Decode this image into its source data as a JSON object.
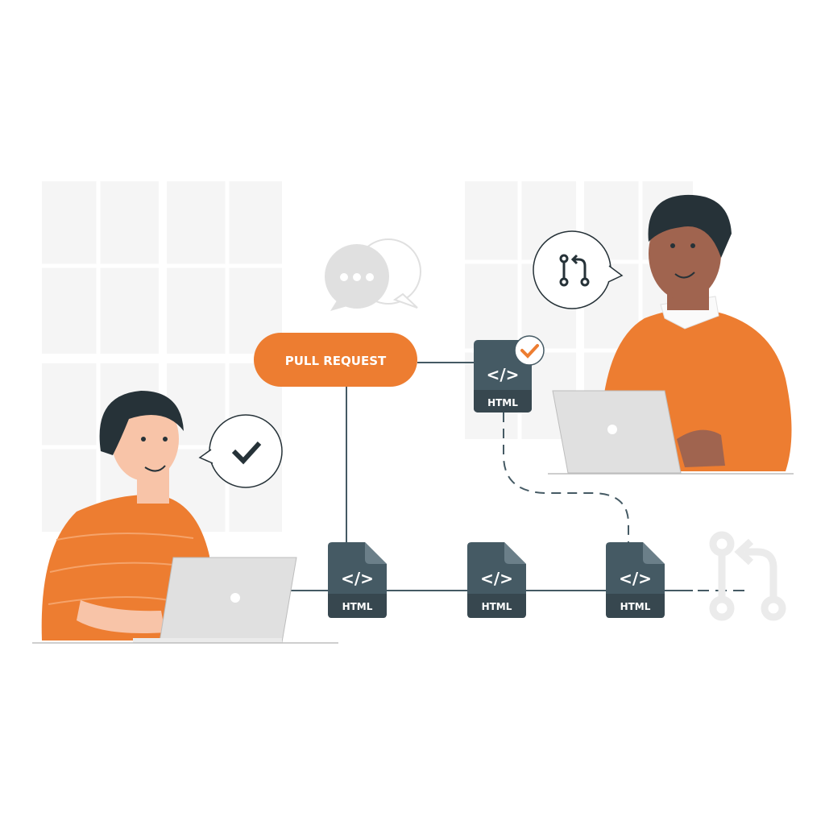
{
  "pull_request": {
    "label": "PULL REQUEST"
  },
  "files": [
    {
      "code": "</>",
      "type": "HTML",
      "approved": true
    },
    {
      "code": "</>",
      "type": "HTML"
    },
    {
      "code": "</>",
      "type": "HTML"
    },
    {
      "code": "</>",
      "type": "HTML"
    }
  ],
  "icons": {
    "chat": "chat-bubbles-icon",
    "check": "check-icon",
    "branch": "git-pull-request-icon"
  },
  "colors": {
    "accent": "#ED7D31",
    "file_body": "#455A64",
    "file_footer": "#37474F",
    "line": "#455A64",
    "background_panel": "#F5F5F5"
  }
}
